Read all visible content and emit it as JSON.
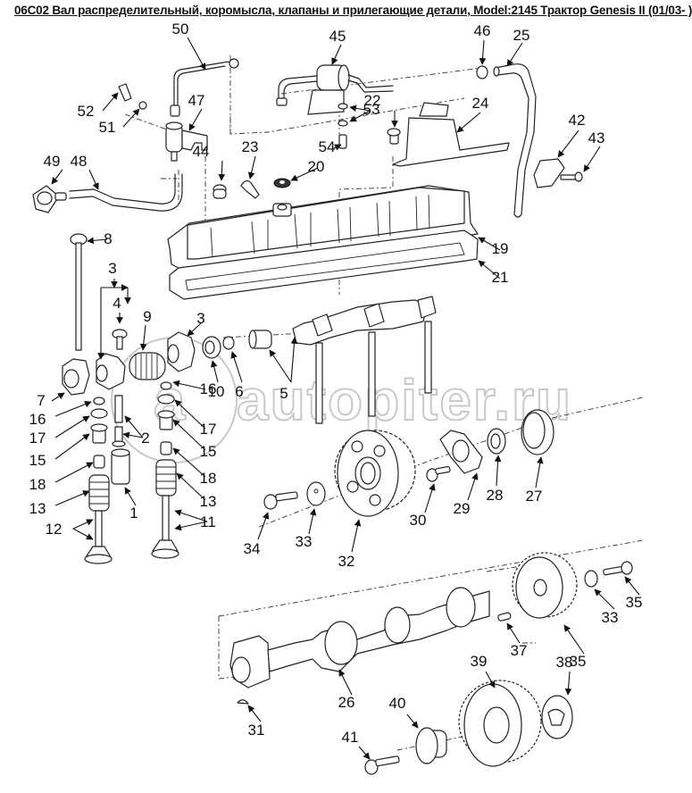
{
  "page": {
    "title": "06C02 Вал распределительный, коромысла, клапаны и прилегающие детали, Model:2145 Трактор Genesis II (01/03- )"
  },
  "watermark": {
    "text": "autopiter.ru",
    "logo_letter": "a"
  },
  "callouts": [
    {
      "id": "c50",
      "label": "50",
      "part": "oil-pipe"
    },
    {
      "id": "c45",
      "label": "45",
      "part": "breather"
    },
    {
      "id": "c46",
      "label": "46",
      "part": "clamp"
    },
    {
      "id": "c25",
      "label": "25",
      "part": "breather-hose"
    },
    {
      "id": "c52",
      "label": "52",
      "part": "bolt"
    },
    {
      "id": "c51",
      "label": "51",
      "part": "washer"
    },
    {
      "id": "c47",
      "label": "47",
      "part": "bracket"
    },
    {
      "id": "c53",
      "label": "53",
      "part": "washers"
    },
    {
      "id": "c22",
      "label": "22",
      "part": "bolt"
    },
    {
      "id": "c24",
      "label": "24",
      "part": "baffle"
    },
    {
      "id": "c54",
      "label": "54",
      "part": "bolt"
    },
    {
      "id": "c42",
      "label": "42",
      "part": "bracket"
    },
    {
      "id": "c43",
      "label": "43",
      "part": "bolt"
    },
    {
      "id": "c44",
      "label": "44",
      "part": "filler-cap"
    },
    {
      "id": "c23",
      "label": "23",
      "part": "clip"
    },
    {
      "id": "c20",
      "label": "20",
      "part": "grommet"
    },
    {
      "id": "c49",
      "label": "49",
      "part": "flange"
    },
    {
      "id": "c48",
      "label": "48",
      "part": "pipe"
    },
    {
      "id": "c19",
      "label": "19",
      "part": "rocker-cover"
    },
    {
      "id": "c21",
      "label": "21",
      "part": "gasket"
    },
    {
      "id": "c8",
      "label": "8",
      "part": "long-bolt"
    },
    {
      "id": "c3a",
      "label": "3",
      "part": "rocker-assembly"
    },
    {
      "id": "c4",
      "label": "4",
      "part": "screw"
    },
    {
      "id": "c9",
      "label": "9",
      "part": "spring"
    },
    {
      "id": "c3b",
      "label": "3",
      "part": "rocker-arm"
    },
    {
      "id": "c7",
      "label": "7",
      "part": "pedestal"
    },
    {
      "id": "c10",
      "label": "10",
      "part": "spacer"
    },
    {
      "id": "c6",
      "label": "6",
      "part": "plug"
    },
    {
      "id": "c5",
      "label": "5",
      "part": "rocker-shaft"
    },
    {
      "id": "c16a",
      "label": "16",
      "part": "collet"
    },
    {
      "id": "c16b",
      "label": "16",
      "part": "collet"
    },
    {
      "id": "c17a",
      "label": "17",
      "part": "spring-cap"
    },
    {
      "id": "c17b",
      "label": "17",
      "part": "spring-cap"
    },
    {
      "id": "c2",
      "label": "2",
      "part": "push-rod"
    },
    {
      "id": "c15a",
      "label": "15",
      "part": "valve-guide"
    },
    {
      "id": "c15b",
      "label": "15",
      "part": "valve-guide"
    },
    {
      "id": "c18a",
      "label": "18",
      "part": "valve-seal"
    },
    {
      "id": "c18b",
      "label": "18",
      "part": "valve-seal"
    },
    {
      "id": "c13a",
      "label": "13",
      "part": "valve-spring"
    },
    {
      "id": "c13b",
      "label": "13",
      "part": "valve-spring"
    },
    {
      "id": "c1",
      "label": "1",
      "part": "tappet"
    },
    {
      "id": "c12",
      "label": "12",
      "part": "exhaust-valve"
    },
    {
      "id": "c11",
      "label": "11",
      "part": "inlet-valve"
    },
    {
      "id": "c27",
      "label": "27",
      "part": "seal-housing"
    },
    {
      "id": "c28",
      "label": "28",
      "part": "oil-seal"
    },
    {
      "id": "c29",
      "label": "29",
      "part": "thrust-plate"
    },
    {
      "id": "c30",
      "label": "30",
      "part": "bolt"
    },
    {
      "id": "c32",
      "label": "32",
      "part": "idler-gear"
    },
    {
      "id": "c33a",
      "label": "33",
      "part": "washer"
    },
    {
      "id": "c34",
      "label": "34",
      "part": "bolt"
    },
    {
      "id": "c35a",
      "label": "35",
      "part": "bolt"
    },
    {
      "id": "c33b",
      "label": "33",
      "part": "washer"
    },
    {
      "id": "c35b",
      "label": "35",
      "part": "camshaft-gear"
    },
    {
      "id": "c37",
      "label": "37",
      "part": "dowel"
    },
    {
      "id": "c26",
      "label": "26",
      "part": "camshaft"
    },
    {
      "id": "c31",
      "label": "31",
      "part": "woodruff-key"
    },
    {
      "id": "c39",
      "label": "39",
      "part": "gear"
    },
    {
      "id": "c38",
      "label": "38",
      "part": "thrust-washer"
    },
    {
      "id": "c40",
      "label": "40",
      "part": "hub"
    },
    {
      "id": "c41",
      "label": "41",
      "part": "bolt"
    }
  ]
}
